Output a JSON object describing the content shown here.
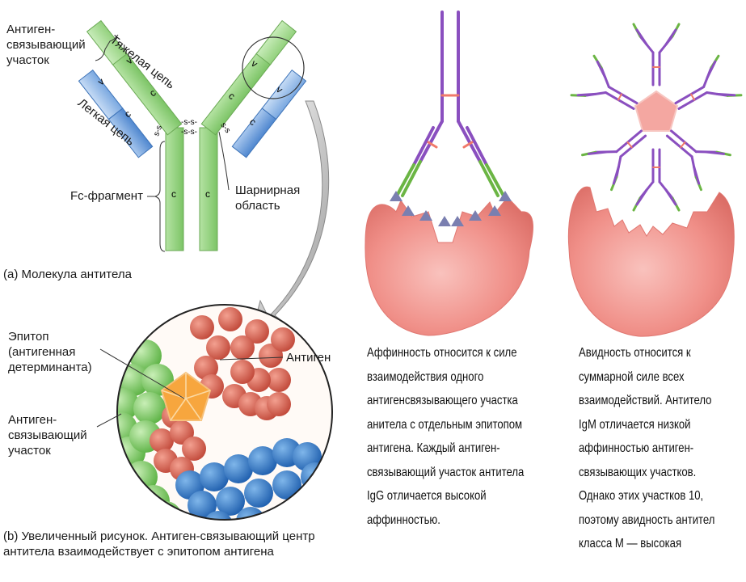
{
  "antibody": {
    "label_binding_site": "Антиген-\nсвязывающий\nучасток",
    "label_heavy_chain": "Тяжелая цепь",
    "label_light_chain": "Легкая цепь",
    "label_fc_fragment": "Fc-фрагмент",
    "label_hinge": "Шарнирная\nобласть",
    "domain_v": "v",
    "domain_c": "c",
    "disulfide": "-s-s-",
    "disulfide_alt": "s-s",
    "caption": "(a) Молекула антитела"
  },
  "magnified": {
    "label_epitope": "Эпитоп\n(антигенная\nдетерминанта)",
    "label_antigen": "Антиген",
    "label_binding_site": "Антиген-\nсвязывающий\nучасток",
    "caption": "(b) Увеличенный рисунок. Антиген-связывающий центр\nантитела взаимодействует с эпитопом антигена"
  },
  "affinity": {
    "text": "Аффинность относится к силе\nвзаимодействия одного\nантигенсвязывающего участка\nанитела с отдельным эпитопом\nантигена. Каждый антиген-\nсвязывающий участок антитела\nIgG отличается высокой\nаффинностью."
  },
  "avidity": {
    "text": "Авидность относится к\nсуммарной силе всех\nвзаимодействий. Антитело\nIgM отличается низкой\nаффинностью антиген-\nсвязывающих участков.\nОднако этих участков 10,\nпоэтому авидность антител\nкласса М — высокая"
  },
  "colors": {
    "heavy_chain": "#8fce7a",
    "light_chain": "#6a9fd8",
    "antigen_body": "#f08a84",
    "epitope": "#f5a23a",
    "ig_purple": "#8a4fbf",
    "ig_green": "#6bb544"
  }
}
